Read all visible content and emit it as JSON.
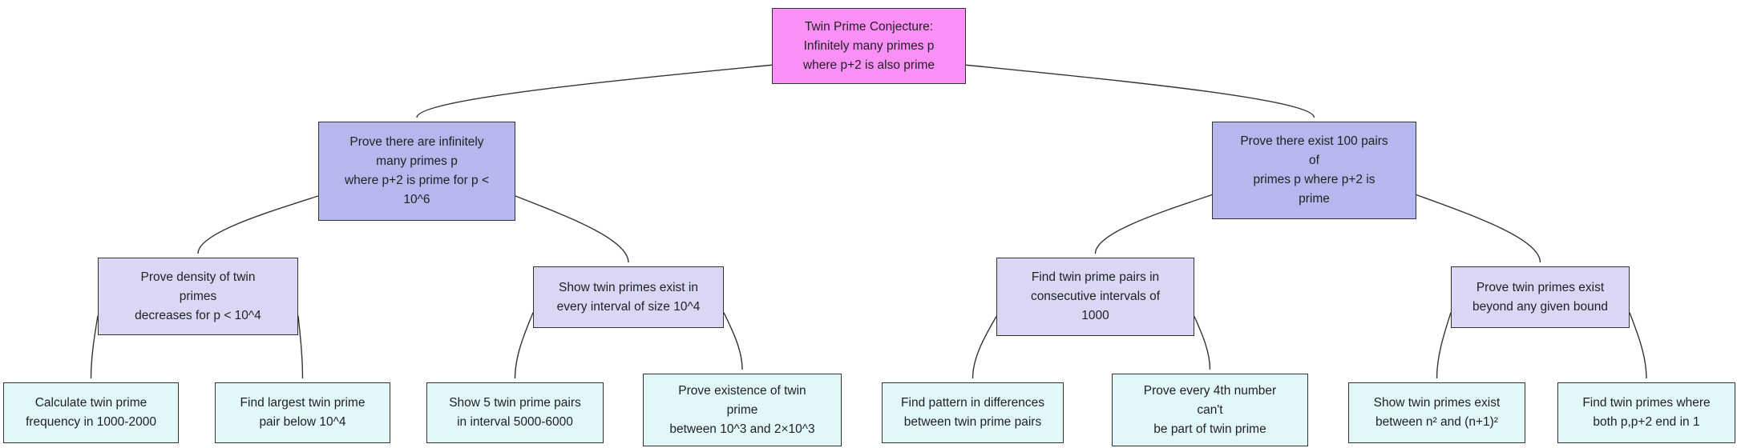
{
  "diagram": {
    "type": "flowchart",
    "direction": "top-down",
    "colors": {
      "root": "#fa8ff5",
      "branch": "#b6b7ec",
      "subbranch": "#d9d7f4",
      "leaf": "#e1f7f8",
      "border": "#333333",
      "edge": "#333333",
      "text": "#1f2022"
    },
    "nodes": [
      {
        "id": "root",
        "parent": null,
        "level": "root",
        "label": "Twin Prime Conjecture:\nInfinitely many primes p\nwhere p+2 is also prime"
      },
      {
        "id": "n2l",
        "parent": "root",
        "level": "branch",
        "label": "Prove there are infinitely\nmany primes p\nwhere p+2 is prime for p <\n10^6"
      },
      {
        "id": "n2r",
        "parent": "root",
        "level": "branch",
        "label": "Prove there exist 100 pairs\nof\nprimes p where p+2 is\nprime"
      },
      {
        "id": "n3a",
        "parent": "n2l",
        "level": "subbranch",
        "label": "Prove density of twin\nprimes\ndecreases for p < 10^4"
      },
      {
        "id": "n3b",
        "parent": "n2l",
        "level": "subbranch",
        "label": "Show twin primes exist in\nevery interval of size 10^4"
      },
      {
        "id": "n3c",
        "parent": "n2r",
        "level": "subbranch",
        "label": "Find twin prime pairs in\nconsecutive intervals of\n1000"
      },
      {
        "id": "n3d",
        "parent": "n2r",
        "level": "subbranch",
        "label": "Prove twin primes exist\nbeyond any given bound"
      },
      {
        "id": "l1",
        "parent": "n3a",
        "level": "leaf",
        "label": "Calculate twin prime\nfrequency in 1000-2000"
      },
      {
        "id": "l2",
        "parent": "n3a",
        "level": "leaf",
        "label": "Find largest twin prime\npair below 10^4"
      },
      {
        "id": "l3",
        "parent": "n3b",
        "level": "leaf",
        "label": "Show 5 twin prime pairs\nin interval 5000-6000"
      },
      {
        "id": "l4",
        "parent": "n3b",
        "level": "leaf",
        "label": "Prove existence of twin\nprime\nbetween 10^3 and 2×10^3"
      },
      {
        "id": "l5",
        "parent": "n3c",
        "level": "leaf",
        "label": "Find pattern in differences\nbetween twin prime pairs"
      },
      {
        "id": "l6",
        "parent": "n3c",
        "level": "leaf",
        "label": "Prove every 4th number\ncan't\nbe part of twin prime"
      },
      {
        "id": "l7",
        "parent": "n3d",
        "level": "leaf",
        "label": "Show twin primes exist\nbetween n² and (n+1)²"
      },
      {
        "id": "l8",
        "parent": "n3d",
        "level": "leaf",
        "label": "Find twin primes where\nboth p,p+2 end in 1"
      }
    ]
  }
}
